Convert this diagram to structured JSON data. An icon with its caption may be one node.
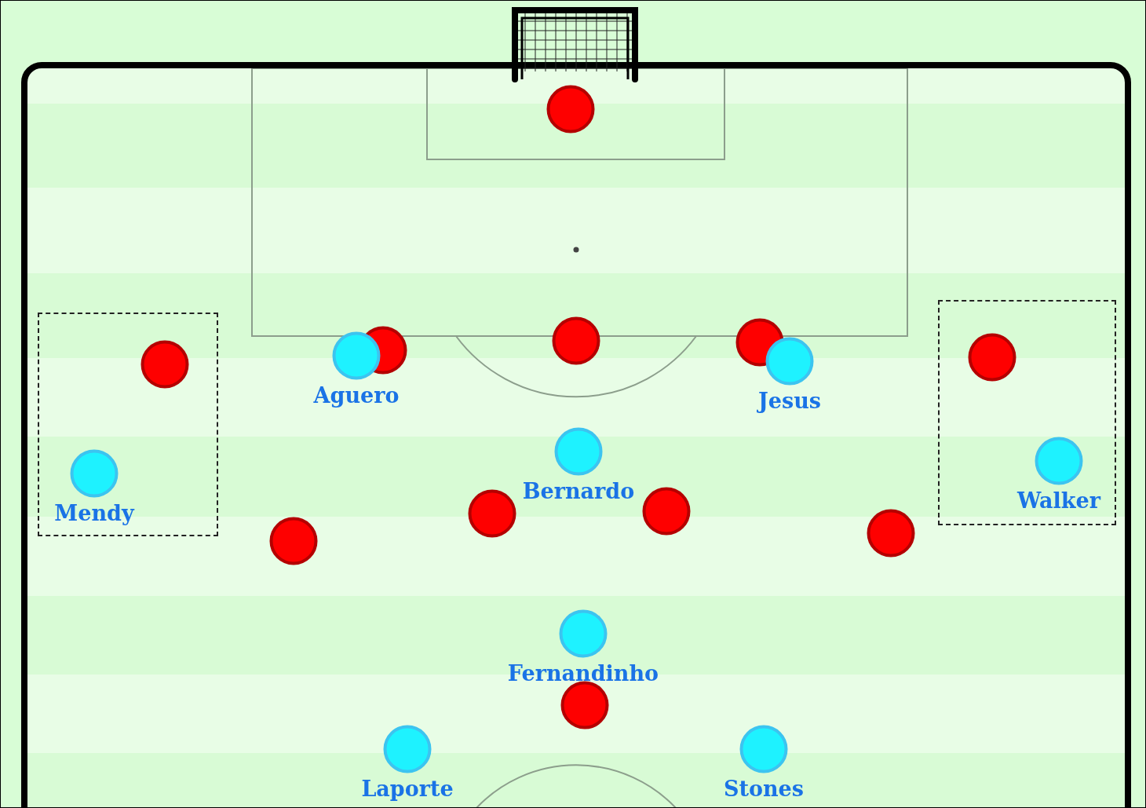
{
  "diagram": {
    "nodes": [
      {
        "text": [],
        "shape": "box"
      },
      {
        "text": [],
        "shape": "box"
      },
      {
        "text": [],
        "shape": "circle"
      },
      {
        "text": [],
        "shape": "circle"
      },
      {
        "text": [
          "Aguero"
        ]
      },
      {
        "text": [],
        "shape": "circle"
      },
      {
        "text": [],
        "shape": "circle"
      },
      {
        "text": [
          "Jesus"
        ]
      },
      {
        "text": [],
        "shape": "circle",
        "in": 1
      },
      {
        "text": [],
        "shape": "circle",
        "in": 0
      },
      {
        "text": [
          "Bernardo"
        ]
      },
      {
        "text": [
          "Walker"
        ],
        "in": 1
      },
      {
        "text": [
          "Mendy"
        ],
        "in": 0
      },
      {
        "text": [],
        "shape": "circle"
      },
      {
        "text": [],
        "shape": "circle"
      },
      {
        "text": [],
        "shape": "circle"
      },
      {
        "text": [],
        "shape": "circle"
      },
      {
        "text": [
          "Fernandinho"
        ]
      },
      {
        "text": [],
        "shape": "circle"
      },
      {
        "text": [
          "Laporte"
        ]
      },
      {
        "text": [
          "Stones"
        ]
      }
    ],
    "edges": []
  }
}
